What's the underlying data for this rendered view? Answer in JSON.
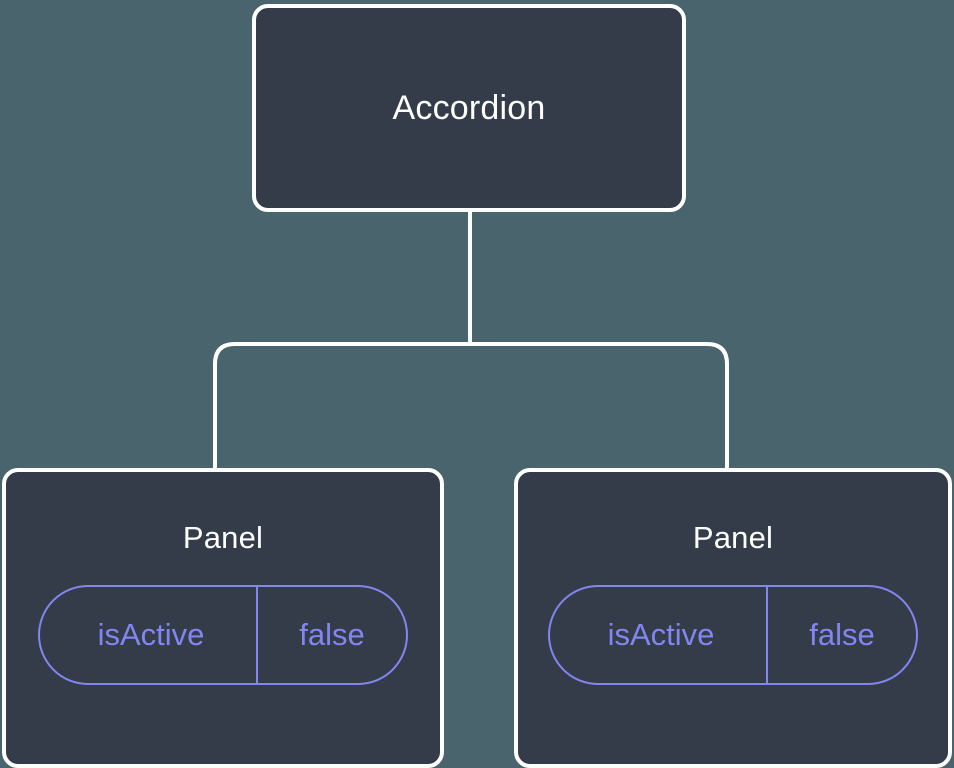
{
  "theme": {
    "background_color": "#4a646e",
    "node_fill_color": "#343b49",
    "node_border_color": "#ffffff",
    "edge_color": "#ffffff",
    "title_text_color": "#ffffff",
    "prop_accent_color": "#8286ef"
  },
  "tree": {
    "root": {
      "title": "Accordion"
    },
    "children": [
      {
        "title": "Panel",
        "props": [
          {
            "key": "isActive",
            "value": "false"
          }
        ]
      },
      {
        "title": "Panel",
        "props": [
          {
            "key": "isActive",
            "value": "false"
          }
        ]
      }
    ]
  }
}
